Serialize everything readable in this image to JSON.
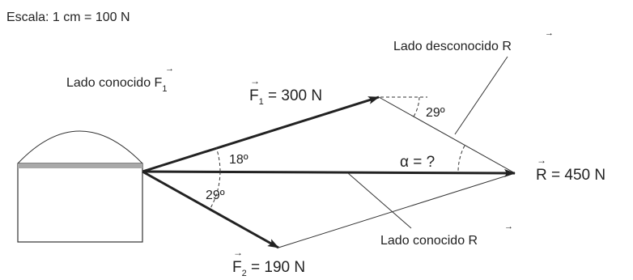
{
  "scale": "Escala: 1 cm = 100 N",
  "vec_arrow": "→",
  "body": {
    "known_side_f1": {
      "text": "Lado conocido F",
      "sub": "1"
    }
  },
  "vectors": {
    "f1": {
      "symbol": "F",
      "sub": "1",
      "value": " = 300 N"
    },
    "f2": {
      "symbol": "F",
      "sub": "2",
      "value": " = 190 N"
    },
    "r": {
      "symbol": "R",
      "value": " = 450 N"
    }
  },
  "angles": {
    "upper_origin": "18º",
    "lower_origin": "29º",
    "upper_tip": "29º",
    "alpha": "α = ?"
  },
  "callouts": {
    "unknown_side": "Lado desconocido R",
    "known_side_r": "Lado conocido R"
  },
  "colors": {
    "ink": "#222222",
    "band": "#a9a9a9"
  }
}
